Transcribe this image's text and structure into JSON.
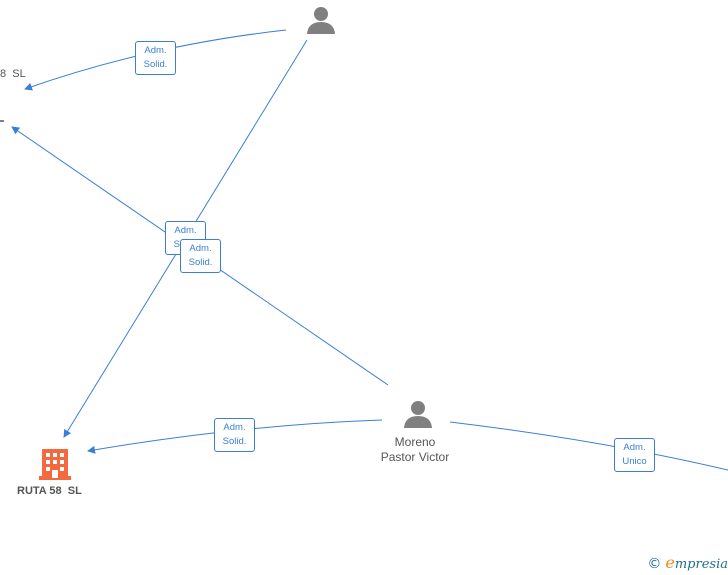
{
  "nodes": {
    "person_top": {
      "label": ""
    },
    "person_moreno": {
      "line1": "Moreno",
      "line2": "Pastor Victor"
    },
    "company_ruta": {
      "label": "RUTA 58  SL"
    },
    "partial_company_top": {
      "label": "8  SL"
    }
  },
  "edges": {
    "e1": "Adm.\nSolid.",
    "e2": "Adm.\nSolid.",
    "e3": "Adm.\nSolid.",
    "e4": "Adm.\nSolid.",
    "e5": "Adm.\nUnico"
  },
  "edge_labels": {
    "e1_a": "Adm.",
    "e1_b": "Solid.",
    "e2_a": "Adm.",
    "e2_b": "Solid.",
    "e3_a": "Adm.",
    "e3_b": "Solid.",
    "e4_a": "Adm.",
    "e4_b": "Solid.",
    "e5_a": "Adm.",
    "e5_b": "Unico"
  },
  "colors": {
    "edge": "#3a7fd5",
    "person": "#808080",
    "company": "#f26a3d",
    "brand": "#1f6f8b"
  },
  "brand": {
    "copyright": "©",
    "e": "e",
    "rest": "mpresia"
  }
}
